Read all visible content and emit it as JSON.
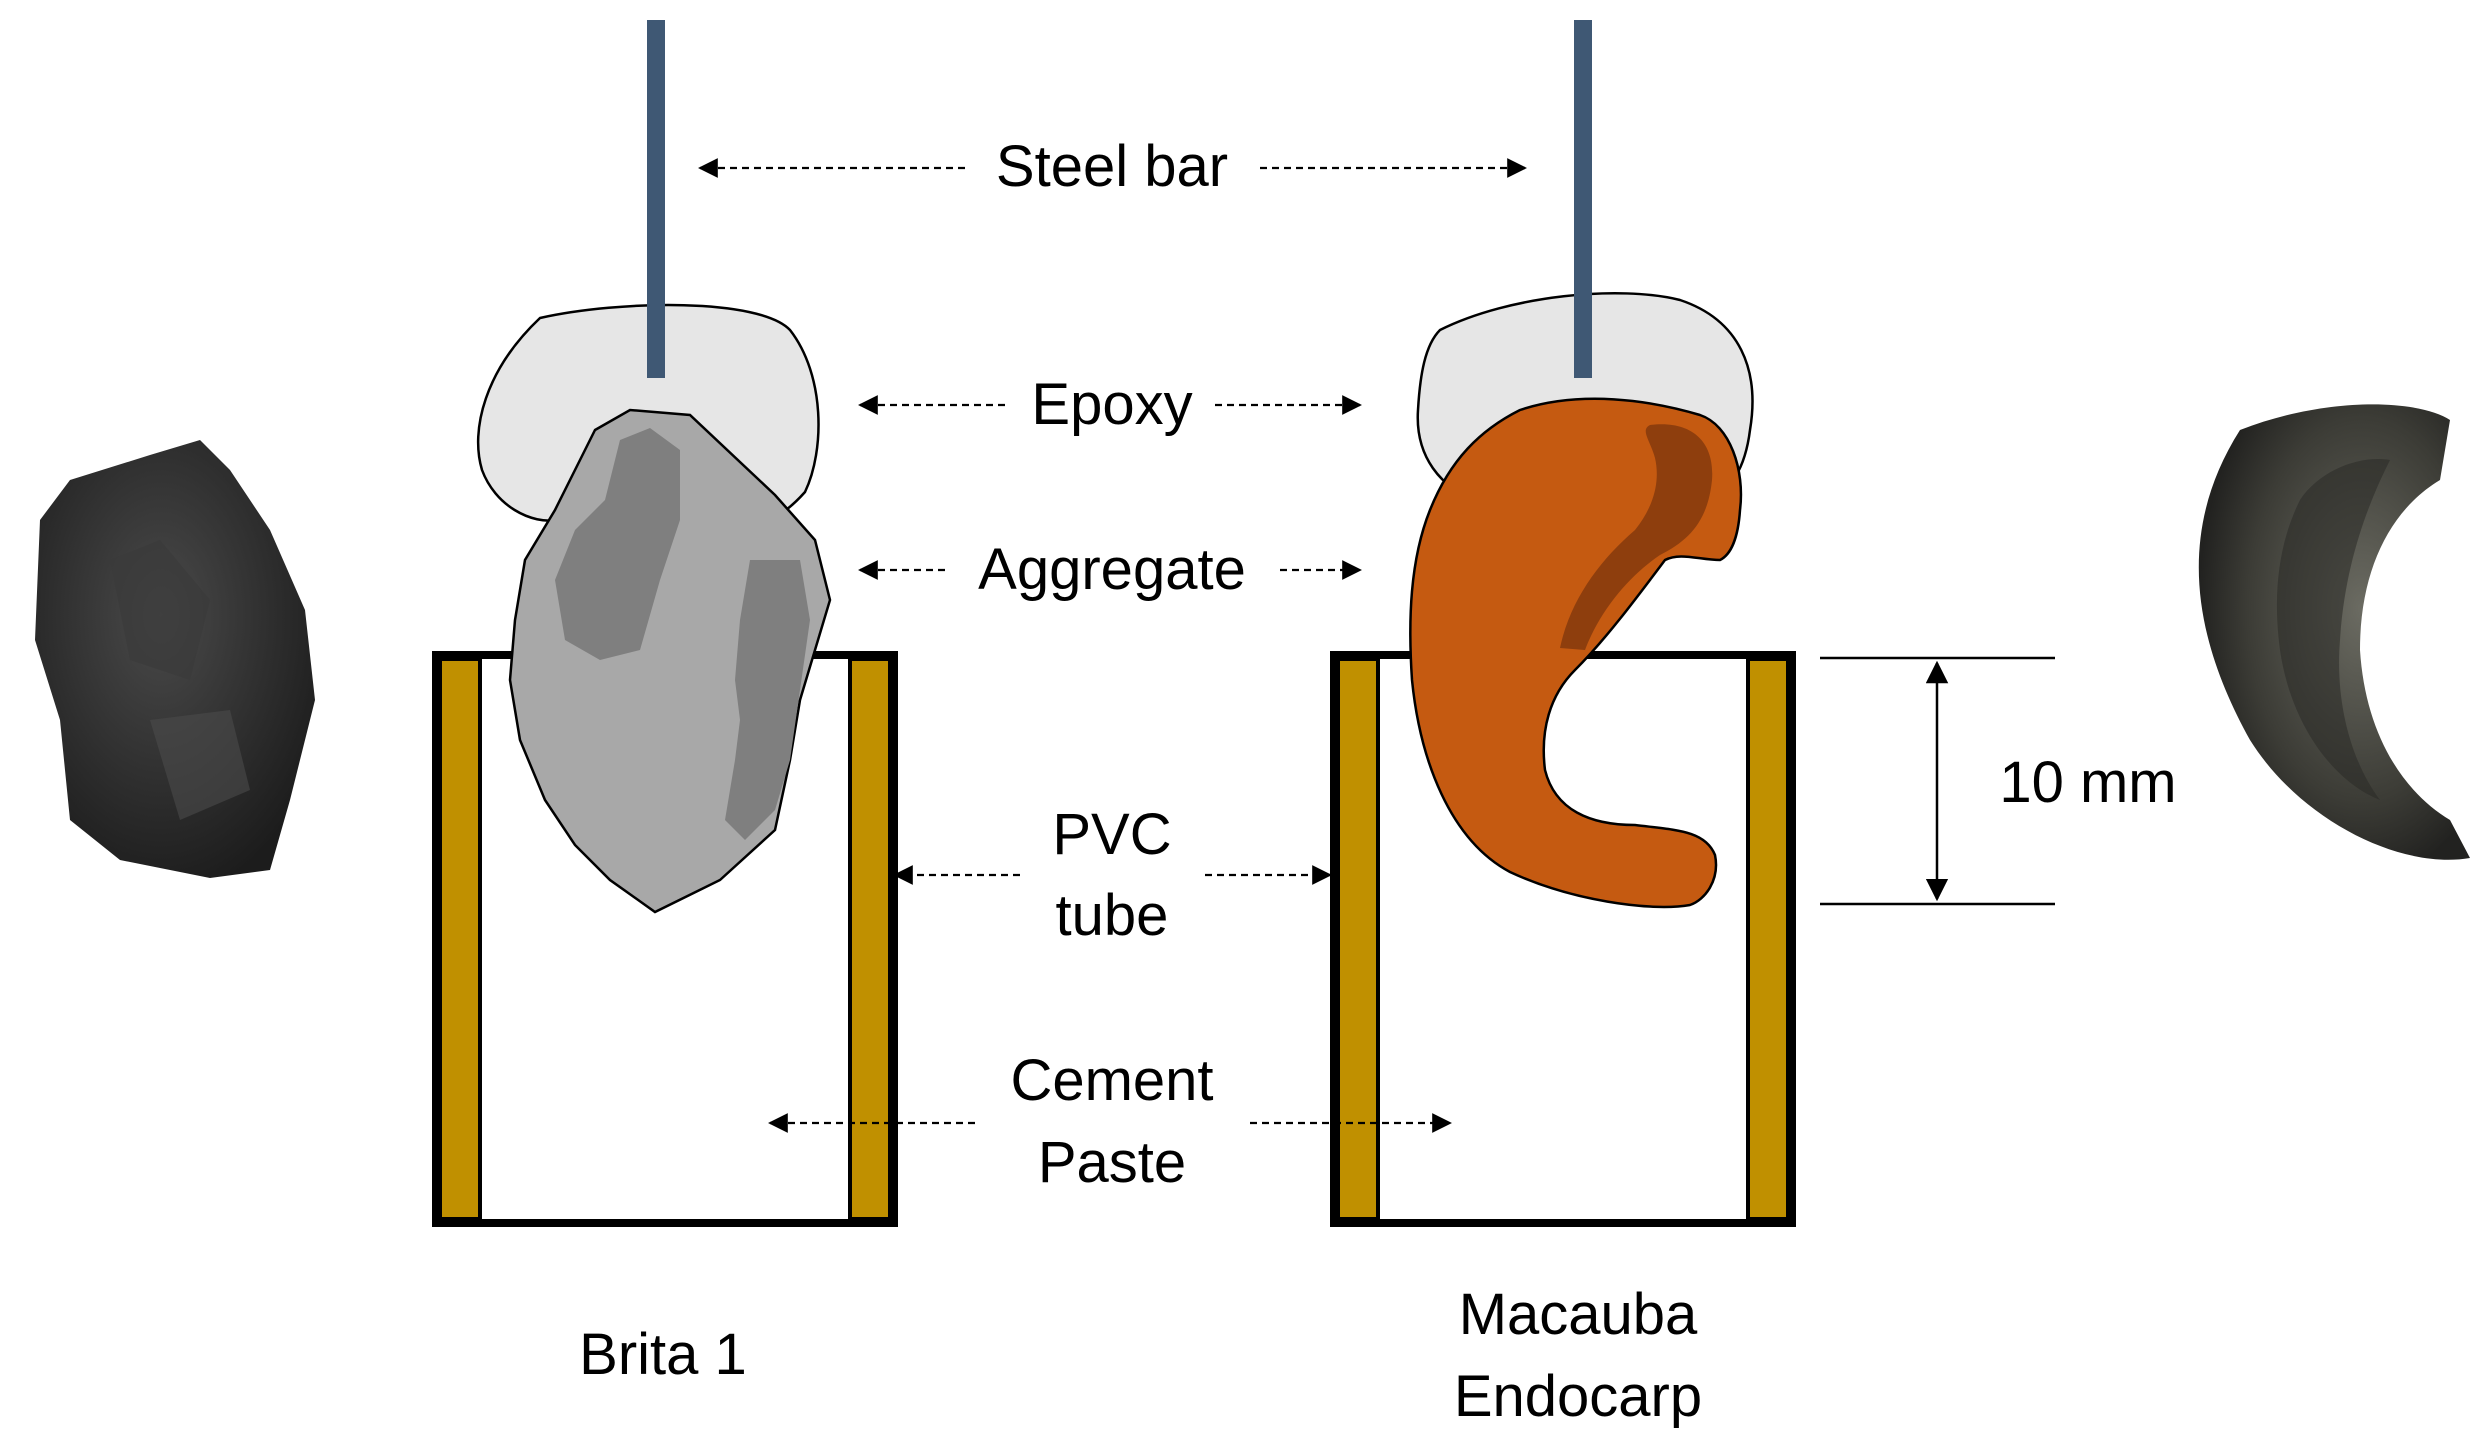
{
  "labels": {
    "steel_bar": "Steel bar",
    "epoxy": "Epoxy",
    "aggregate": "Aggregate",
    "pvc_line1": "PVC",
    "pvc_line2": "tube",
    "cement_line1": "Cement",
    "cement_line2": "Paste",
    "dimension": "10 mm",
    "left_sample": "Brita 1",
    "right_sample_line1": "Macauba",
    "right_sample_line2": "Endocarp"
  },
  "colors": {
    "steel_bar": "#3f5874",
    "epoxy": "#e6e6e6",
    "brita_aggregate": "#a8a8a8",
    "brita_shade": "#7f7f7f",
    "macauba_aggregate": "#c55a11",
    "macauba_shade": "#8e3e0d",
    "pvc_wall": "#c09000",
    "tube_outline": "#000000",
    "photo_brita": "#2d2d2d",
    "photo_macauba": "#4a4a42"
  },
  "icons": {
    "left_photo": "brita-rock-photo",
    "right_photo": "macauba-endocarp-photo"
  }
}
